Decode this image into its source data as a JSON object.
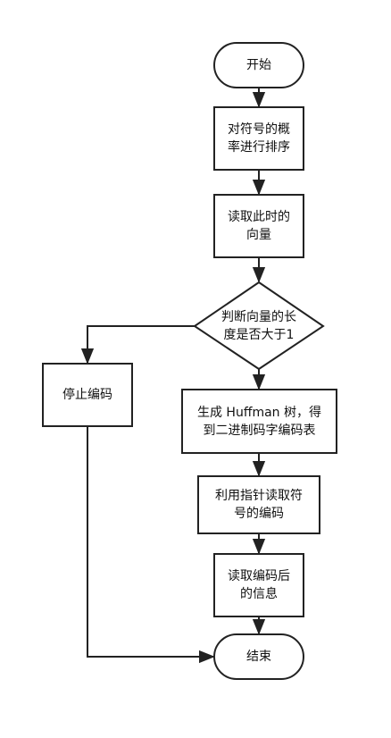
{
  "diagram": {
    "colors": {
      "stroke": "#222222",
      "fill": "#ffffff",
      "text": "#111111"
    },
    "nodes": {
      "start": {
        "lines": [
          "开始"
        ]
      },
      "sort": {
        "lines": [
          "对符号的概",
          "率进行排序"
        ]
      },
      "read_vector": {
        "lines": [
          "读取此时的",
          "向量"
        ]
      },
      "decision": {
        "lines": [
          "判断向量的长",
          "度是否大于1"
        ]
      },
      "stop_encoding": {
        "lines": [
          "停止编码"
        ]
      },
      "build_tree": {
        "lines": [
          "生成 Huffman 树，得",
          "到二进制码字编码表"
        ]
      },
      "pointer_read": {
        "lines": [
          "利用指针读取符",
          "号的编码"
        ]
      },
      "read_info": {
        "lines": [
          "读取编码后",
          "的信息"
        ]
      },
      "end": {
        "lines": [
          "结束"
        ]
      }
    }
  }
}
